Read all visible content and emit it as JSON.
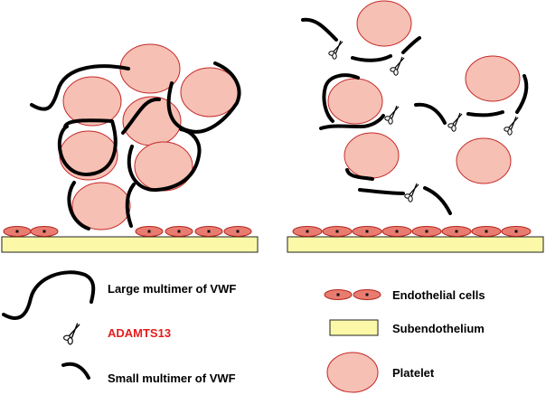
{
  "legend": {
    "large_multimer": "Large multimer of VWF",
    "adamts13": "ADAMTS13",
    "small_multimer": "Small multimer of VWF",
    "endothelial": "Endothelial cells",
    "subendothelium": "Subendothelium",
    "platelet": "Platelet"
  },
  "colors": {
    "platelet_fill": "#f6c0b4",
    "platelet_stroke": "#c62828",
    "endothelial_fill": "#e97c70",
    "endothelial_stroke": "#b3261e",
    "subendothelium_fill": "#fbf9a8",
    "subendothelium_stroke": "#222222",
    "adamts13_text": "#e51c1c",
    "strand": "#000000"
  },
  "icons": [
    "scissors-icon"
  ]
}
